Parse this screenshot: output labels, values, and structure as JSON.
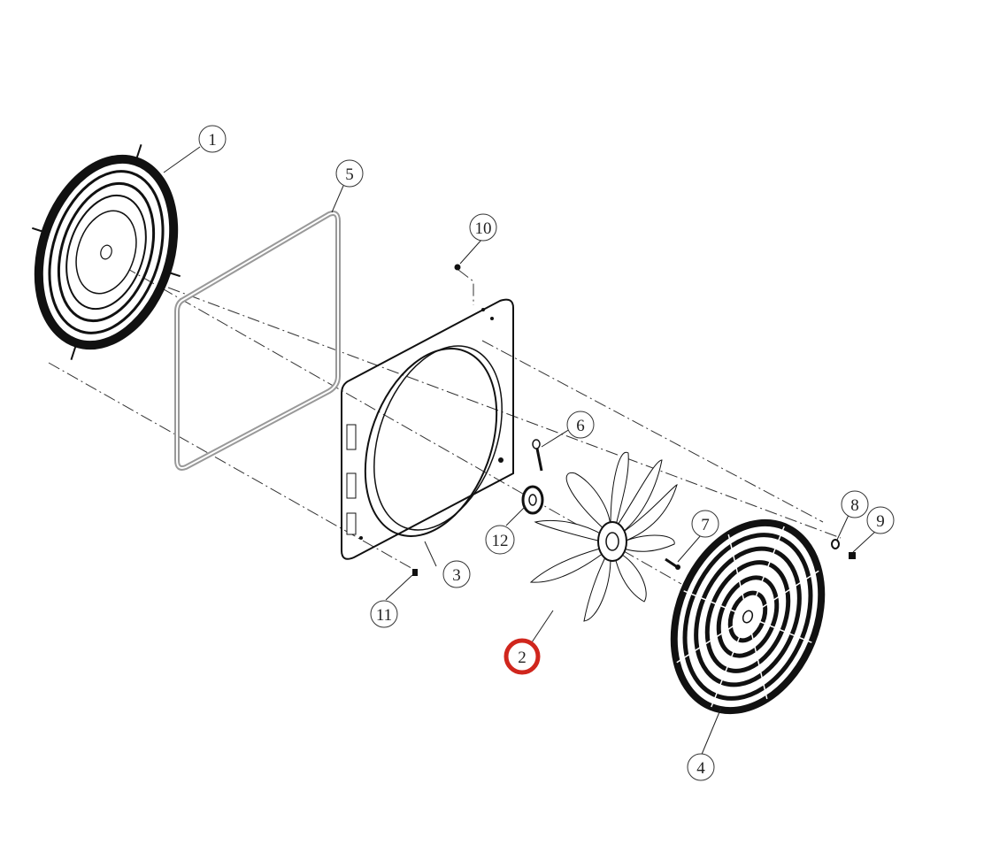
{
  "diagram": {
    "highlight_color": "#d0261d",
    "highlighted_part": "2",
    "parts": [
      {
        "label": "1",
        "name": "inlet-guard"
      },
      {
        "label": "2",
        "name": "impeller"
      },
      {
        "label": "3",
        "name": "fan-housing"
      },
      {
        "label": "4",
        "name": "outlet-guard"
      },
      {
        "label": "5",
        "name": "gasket"
      },
      {
        "label": "6",
        "name": "key-pin"
      },
      {
        "label": "7",
        "name": "screw"
      },
      {
        "label": "8",
        "name": "washer"
      },
      {
        "label": "9",
        "name": "bolt"
      },
      {
        "label": "10",
        "name": "top-screw"
      },
      {
        "label": "11",
        "name": "bottom-screw"
      },
      {
        "label": "12",
        "name": "hub-flange"
      }
    ]
  }
}
